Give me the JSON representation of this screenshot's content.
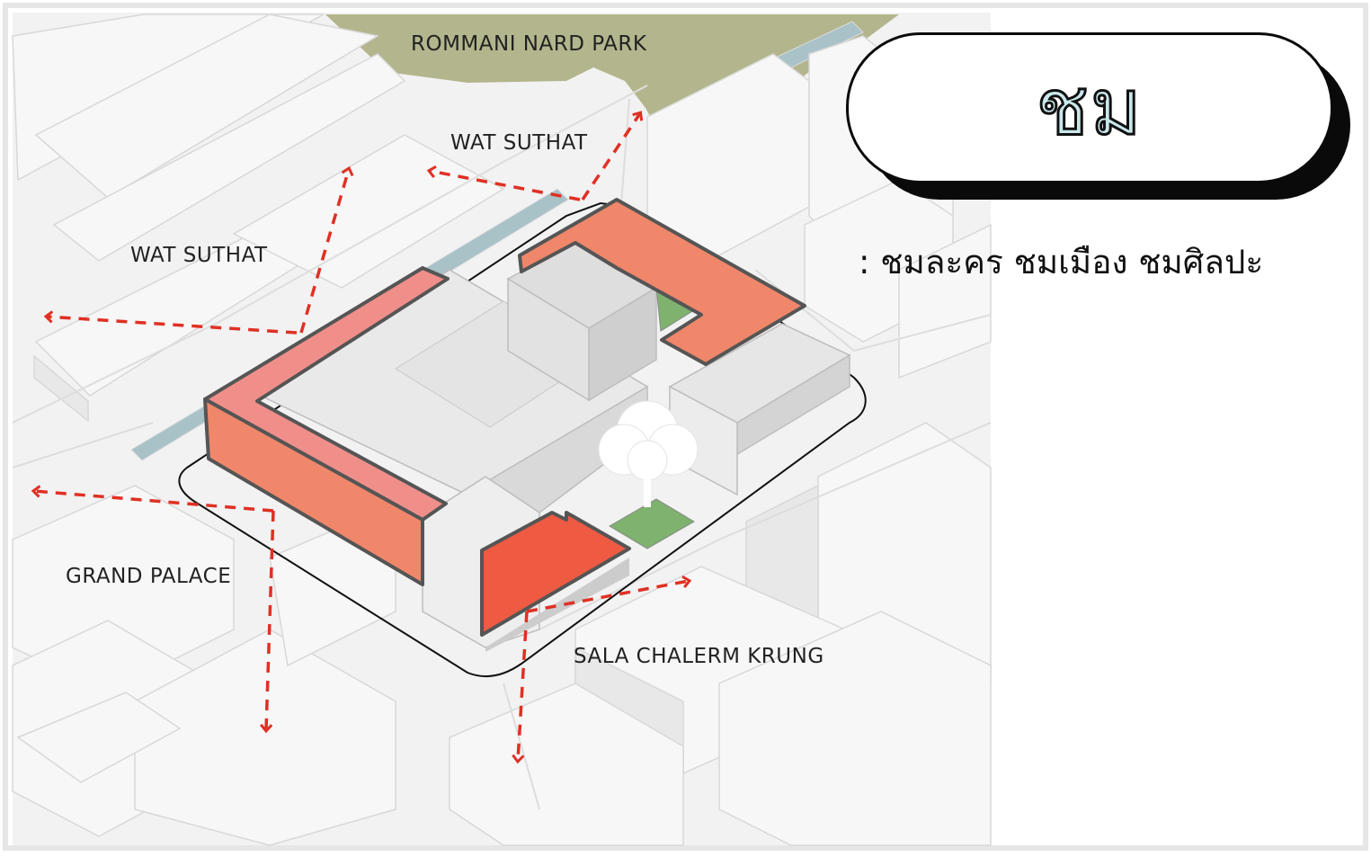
{
  "title": "ชม",
  "subtitle": ": ชมละคร ชมเมือง ชมศิลปะ",
  "labels": {
    "rommani_nard_park": "ROMMANI NARD PARK",
    "wat_suthat_top": "WAT SUTHAT",
    "wat_suthat_left": "WAT SUTHAT",
    "grand_palace": "GRAND PALACE",
    "sala_chalerm_krung": "SALA CHALERM KRUNG"
  },
  "colors": {
    "highlight_orange": "#f0876a",
    "highlight_red": "#ee5a42",
    "highlight_pink": "#f08f8a",
    "park": "#b3b58d",
    "canal": "#a8c2c8",
    "courtyard_green": "#7eb26e",
    "arrow": "#e03024",
    "title_fill": "#c9e8ec"
  }
}
